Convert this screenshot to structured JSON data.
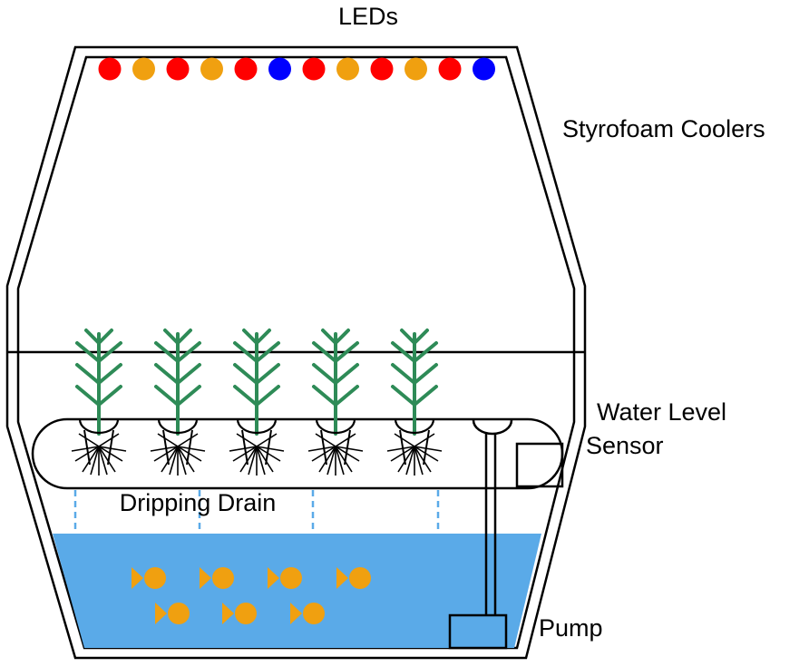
{
  "labels": {
    "leds": "LEDs",
    "coolers": "Styrofoam Coolers",
    "sensor_line1": "Water Level",
    "sensor_line2": "Sensor",
    "drain": "Dripping Drain",
    "pump": "Pump"
  },
  "colors": {
    "stroke": "#000000",
    "water": "#5aaae8",
    "drain_drip": "#5aaae8",
    "plant": "#2e8b57",
    "fish": "#f0a010",
    "led_red": "#ff0000",
    "led_orange": "#f0a010",
    "led_blue": "#0000ff"
  },
  "led_colors": [
    "red",
    "orange",
    "red",
    "orange",
    "red",
    "blue",
    "red",
    "orange",
    "red",
    "orange",
    "red",
    "blue"
  ],
  "plant_count": 5,
  "fish_count": 7
}
